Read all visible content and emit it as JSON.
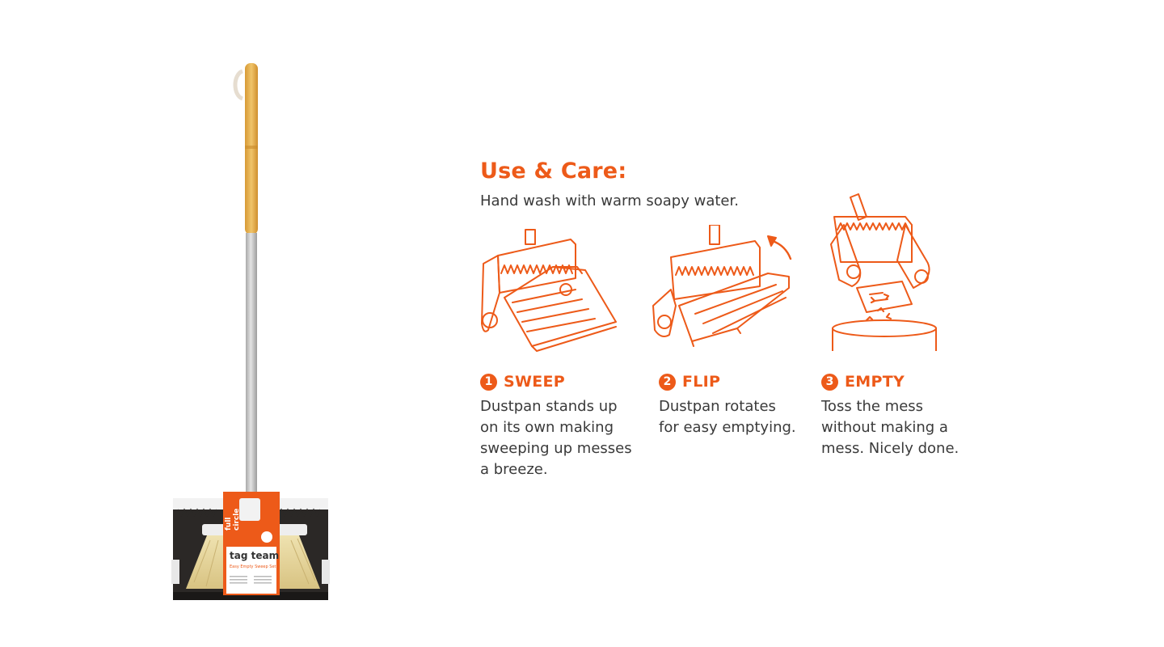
{
  "product": {
    "brand_label": "full circle",
    "product_name": "tag team",
    "product_subtitle": "Easy Empty Sweep Set"
  },
  "care": {
    "title": "Use & Care:",
    "subtitle": "Hand wash with warm soapy water."
  },
  "steps": [
    {
      "number": "1",
      "title": "SWEEP",
      "text": "Dustpan stands up\non its own making\nsweeping up messes\na breeze."
    },
    {
      "number": "2",
      "title": "FLIP",
      "text": "Dustpan rotates\nfor easy emptying."
    },
    {
      "number": "3",
      "title": "EMPTY",
      "text": "Toss the mess\nwithout making a\nmess. Nicely done."
    }
  ],
  "colors": {
    "accent": "#ed5a19",
    "text": "#3a3a3a",
    "handle_bamboo": "#e8b24f",
    "handle_metal": "#c4c4c4"
  },
  "icons": {
    "sweep": "dustpan-upright-icon",
    "flip": "dustpan-rotating-icon",
    "empty": "dustpan-emptying-icon"
  }
}
